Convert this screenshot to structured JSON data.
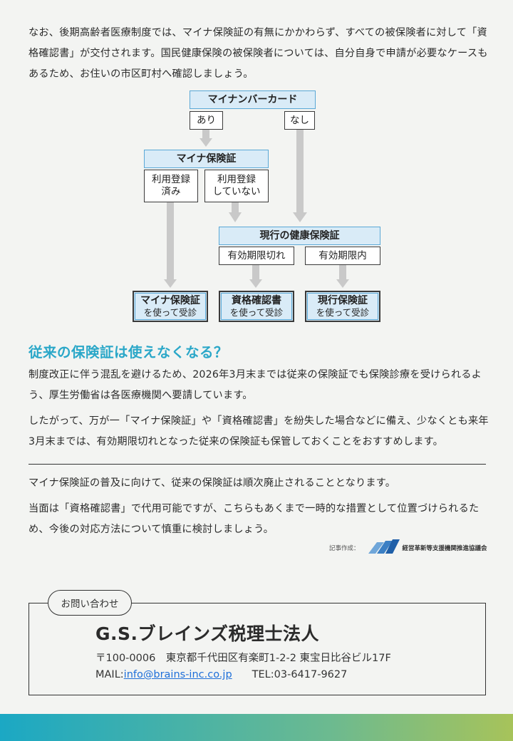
{
  "intro": {
    "text": "なお、後期高齢者医療制度では、マイナ保険証の有無にかかわらず、すべての被保険者に対して「資格確認書」が交付されます。国民健康保険の被保険者については、自分自身で申請が必要なケースもあるため、お住いの市区町村へ確認しましょう。"
  },
  "flowchart": {
    "top": "マイナンバーカード",
    "yes": "あり",
    "no": "なし",
    "mynaHead": "マイナ保険証",
    "registered": "利用登録\n済み",
    "notRegistered": "利用登録\nしていない",
    "currentHead": "現行の健康保険証",
    "expired": "有効期限切れ",
    "valid": "有効期限内",
    "results": [
      {
        "title": "マイナ保険証",
        "sub": "を使って受診"
      },
      {
        "title": "資格確認書",
        "sub": "を使って受診"
      },
      {
        "title": "現行保険証",
        "sub": "を使って受診"
      }
    ],
    "colors": {
      "head_fill": "#d9ebf7",
      "head_border": "#5aa8d6",
      "arrow": "#c9c9c9"
    }
  },
  "section": {
    "title": "従来の保険証は使えなくなる？",
    "p1": "制度改正に伴う混乱を避けるため、2026年3月末までは従来の保険証でも保険診療を受けられるよう、厚生労働省は各医療機関へ要請しています。",
    "p2": "したがって、万が一「マイナ保険証」や「資格確認書」を紛失した場合などに備え、少なくとも来年3月末までは、有効期限切れとなった従来の保険証も保管しておくことをおすすめします。"
  },
  "closing": {
    "p3": "マイナ保険証の普及に向けて、従来の保険証は順次廃止されることとなります。",
    "p4": "当面は「資格確認書」で代用可能ですが、こちらもあくまで一時的な措置として位置づけられるため、今後の対応方法について慎重に検討しましょう。"
  },
  "credit": {
    "label": "記事作成：",
    "org": "経営革新等支援機関推進協議会",
    "logo_icon": "stripes-logo-icon"
  },
  "contact": {
    "tab": "お問い合わせ",
    "firm": "G.S.ブレインズ税理士法人",
    "address": "〒100-0006　東京都千代田区有楽町1-2-2 東宝日比谷ビル17F",
    "mail_label": "MAIL:",
    "mail": "info@brains-inc.co.jp",
    "tel": "TEL:03-6417-9627"
  },
  "colors": {
    "accent": "#2aa7c8",
    "link": "#1e6fd9",
    "bar_start": "#1ba8c4",
    "bar_end": "#a7c35a"
  }
}
